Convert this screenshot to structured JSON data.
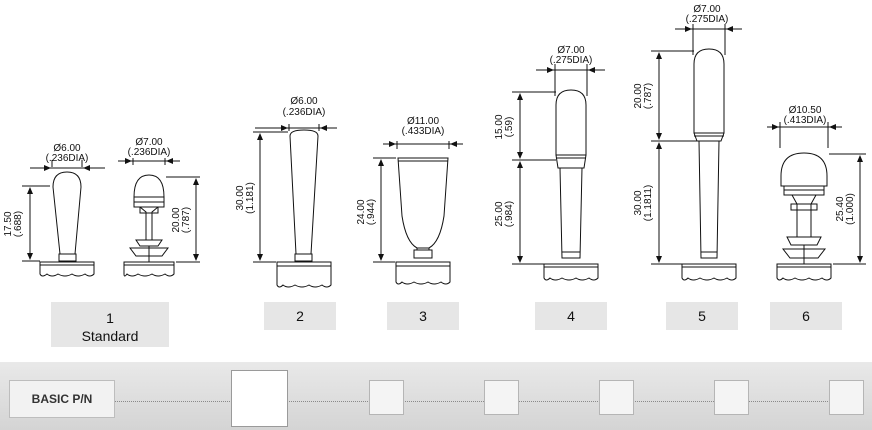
{
  "options": [
    {
      "num": "1",
      "sub": "Standard",
      "dia": "Ø6.00",
      "dia_in": "(.236DIA)",
      "len_mm": "17.50",
      "len_in": "(.688)"
    },
    {
      "num": "1",
      "sub": "",
      "dia": "Ø7.00",
      "dia_in": "(.236DIA)",
      "len_mm": "20.00",
      "len_in": "(.787)"
    },
    {
      "num": "2",
      "dia": "Ø6.00",
      "dia_in": "(.236DIA)",
      "len_mm": "30.00",
      "len_in": "(1.181)"
    },
    {
      "num": "3",
      "dia": "Ø11.00",
      "dia_in": "(.433DIA)",
      "len_mm": "24.00",
      "len_in": "(.944)"
    },
    {
      "num": "4",
      "dia": "Ø7.00",
      "dia_in": "(.275DIA)",
      "len_mm_top": "15.00",
      "len_in_top": "(.59)",
      "len_mm_bot": "25.00",
      "len_in_bot": "(.984)"
    },
    {
      "num": "5",
      "dia": "Ø7.00",
      "dia_in": "(.275DIA)",
      "len_mm_top": "20.00",
      "len_in_top": "(.787)",
      "len_mm_bot": "30.00",
      "len_in_bot": "(1.1811)"
    },
    {
      "num": "6",
      "dia": "Ø10.50",
      "dia_in": "(.413DIA)",
      "len_mm": "25.40",
      "len_in": "(1.000)"
    }
  ],
  "part_number": {
    "label": "BASIC P/N"
  }
}
